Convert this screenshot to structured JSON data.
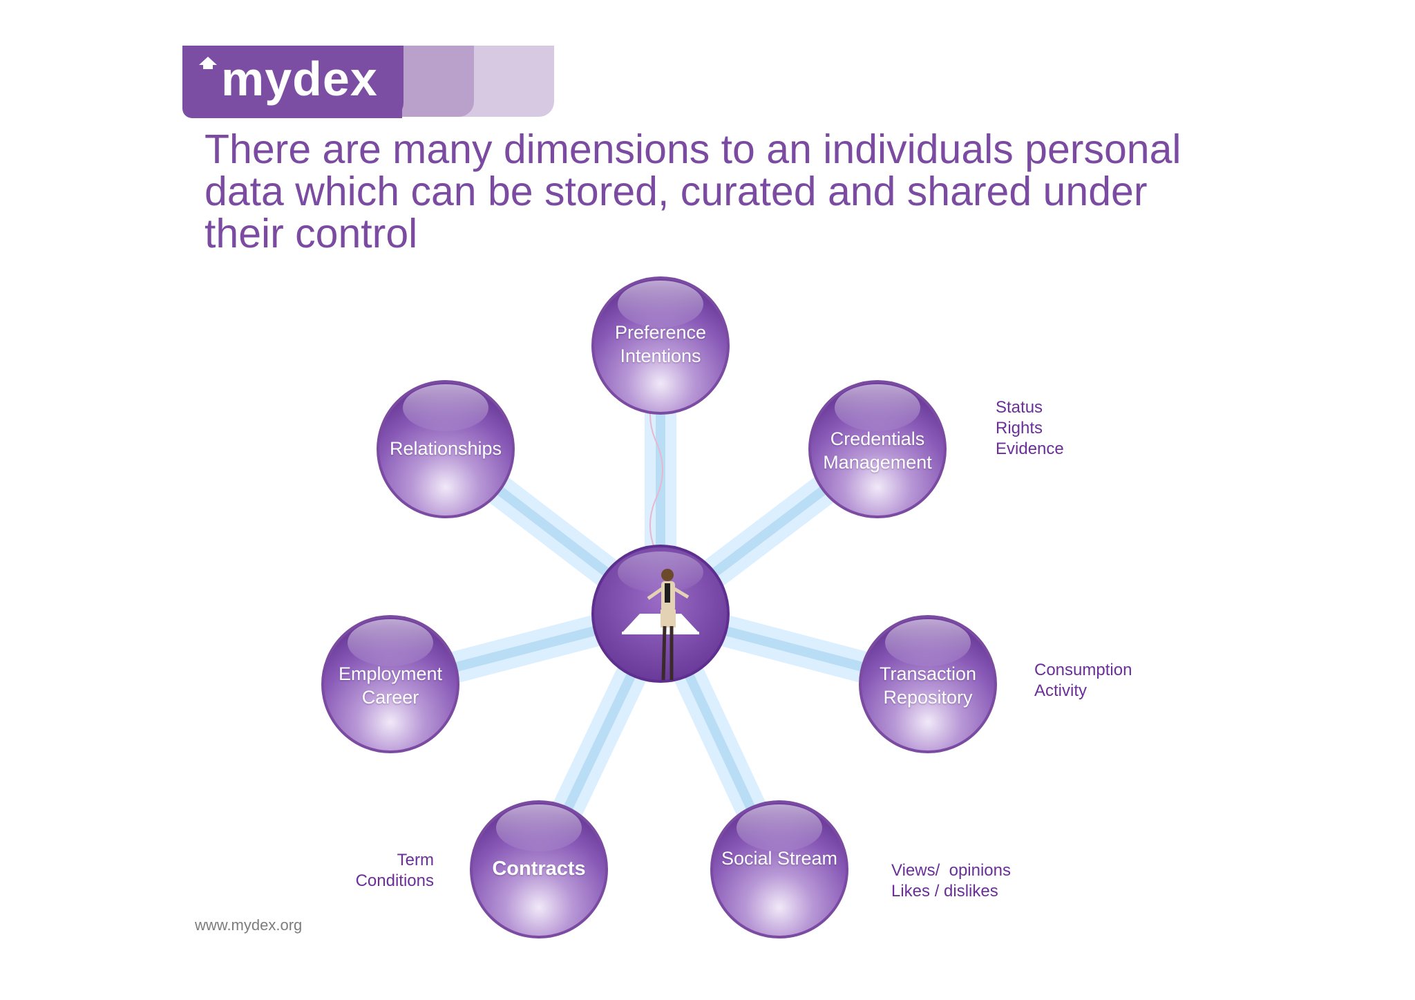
{
  "logo": {
    "text": "mydex"
  },
  "headline": "There are many dimensions to an individuals personal data which can be stored, curated and shared under their control",
  "nodes": {
    "preference": "Preference Intentions",
    "relationships": "Relationships",
    "credentials": "Credentials Management",
    "employment": "Employment Career",
    "transaction": "Transaction Repository",
    "contracts": "Contracts",
    "social": "Social Stream"
  },
  "notes": {
    "credentials": [
      "Status",
      "Rights",
      "Evidence"
    ],
    "transaction": [
      "Consumption",
      "Activity"
    ],
    "contracts": [
      "Term",
      "Conditions"
    ],
    "social": [
      "Views/  opinions",
      "Likes / dislikes"
    ]
  },
  "footer": {
    "url": "www.mydex.org"
  },
  "colors": {
    "brand_purple": "#7b4ea3",
    "note_purple": "#6a2f98",
    "sphere_purple": "#8a5cb8"
  }
}
